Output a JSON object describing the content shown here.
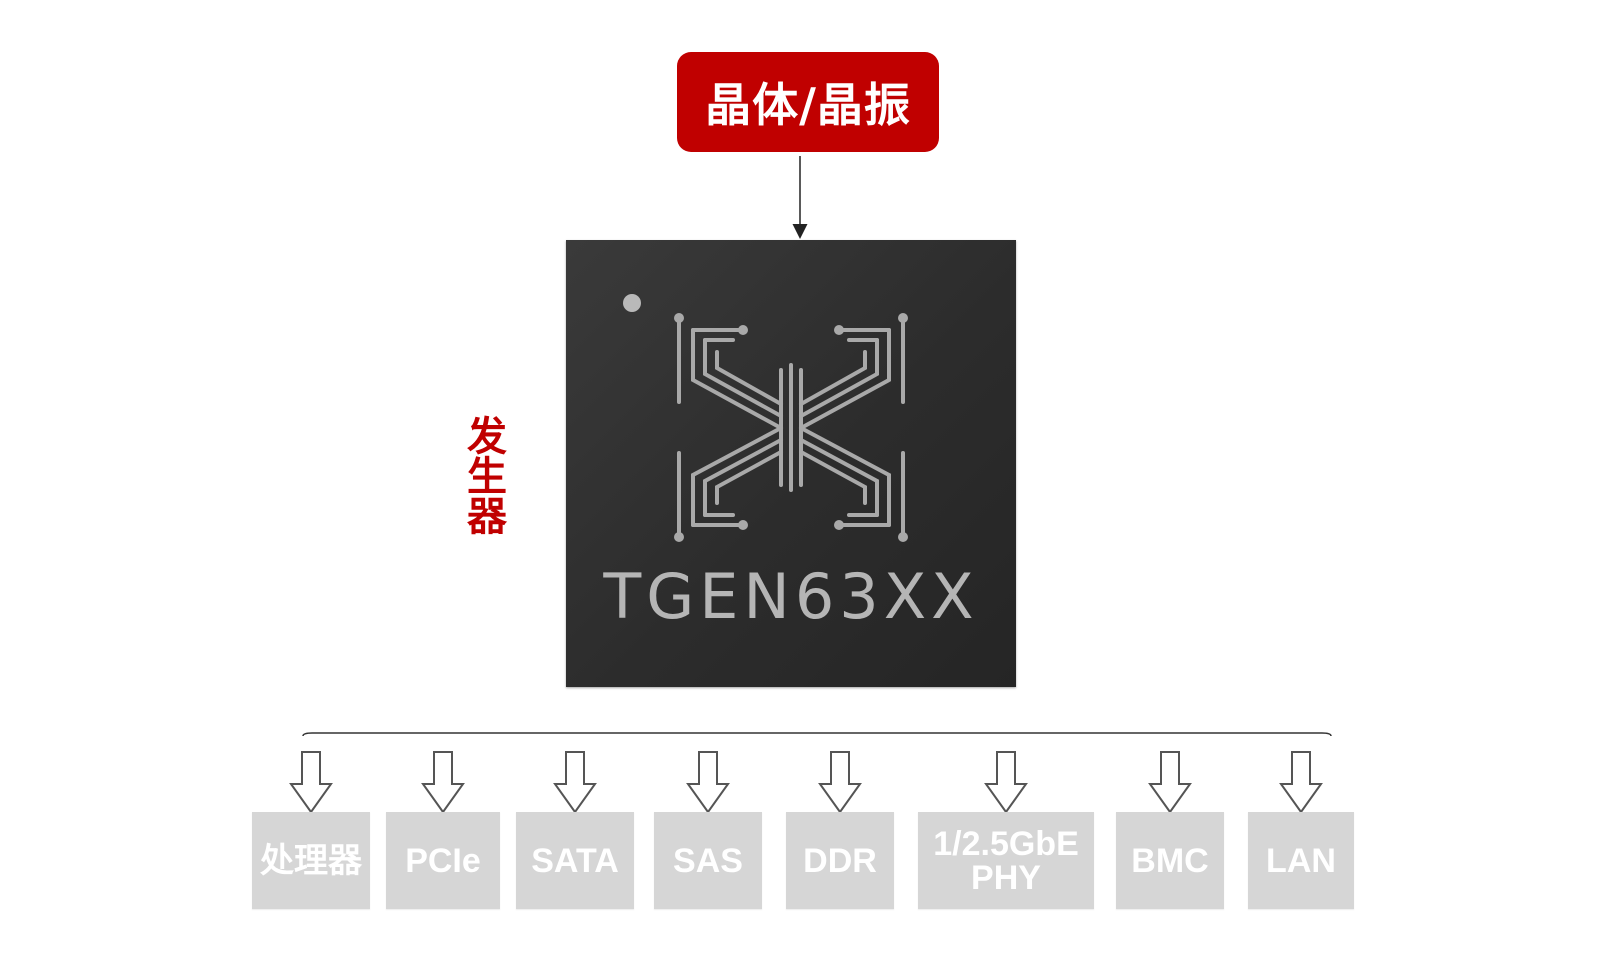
{
  "source_label": "晶体/晶振",
  "chip_role_label": "发生器",
  "chip": {
    "part_number": "TGEN63XX",
    "logo_icon": "x-circuit-logo-icon"
  },
  "outputs": [
    {
      "label": "处理器"
    },
    {
      "label": "PCIe"
    },
    {
      "label": "SATA"
    },
    {
      "label": "SAS"
    },
    {
      "label": "DDR"
    },
    {
      "label": "1/2.5GbE\nPHY"
    },
    {
      "label": "BMC"
    },
    {
      "label": "LAN"
    }
  ],
  "colors": {
    "accent_red": "#c00000",
    "chip_body": "#2f2f2f",
    "chip_marking": "#b5b5b5",
    "output_box": "#d6d6d6",
    "output_text": "#ffffff"
  }
}
